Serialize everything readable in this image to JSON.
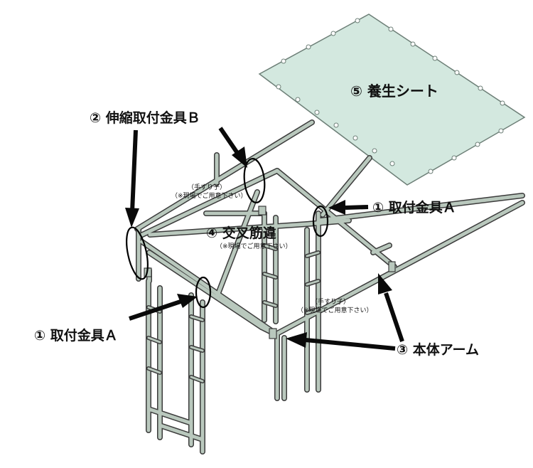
{
  "colors": {
    "pipe": "#b9c8bd",
    "pipe_outline": "#3c3c3c",
    "sheet_fill": "#d3e8df",
    "sheet_edge": "#6d7f77",
    "arrow": "#0a0a0a"
  },
  "labels": {
    "sheet": "⑤ 養生シート",
    "bracket_b": "② 伸縮取付金具Ｂ",
    "bracket_a_right": "① 取付金具Ａ",
    "bracket_a_left": "① 取付金具Ａ",
    "cross_brace": "④ 交叉筋違",
    "cross_brace_note": "（※現場でご用意下さい）",
    "handrail_top": "（手すり子）",
    "handrail_top_note": "（※現場でご用意下さい）",
    "handrail_right": "（手すり子）",
    "handrail_right_note": "（※現場でご用意下さい）",
    "main_arm": "③ 本体アーム"
  }
}
